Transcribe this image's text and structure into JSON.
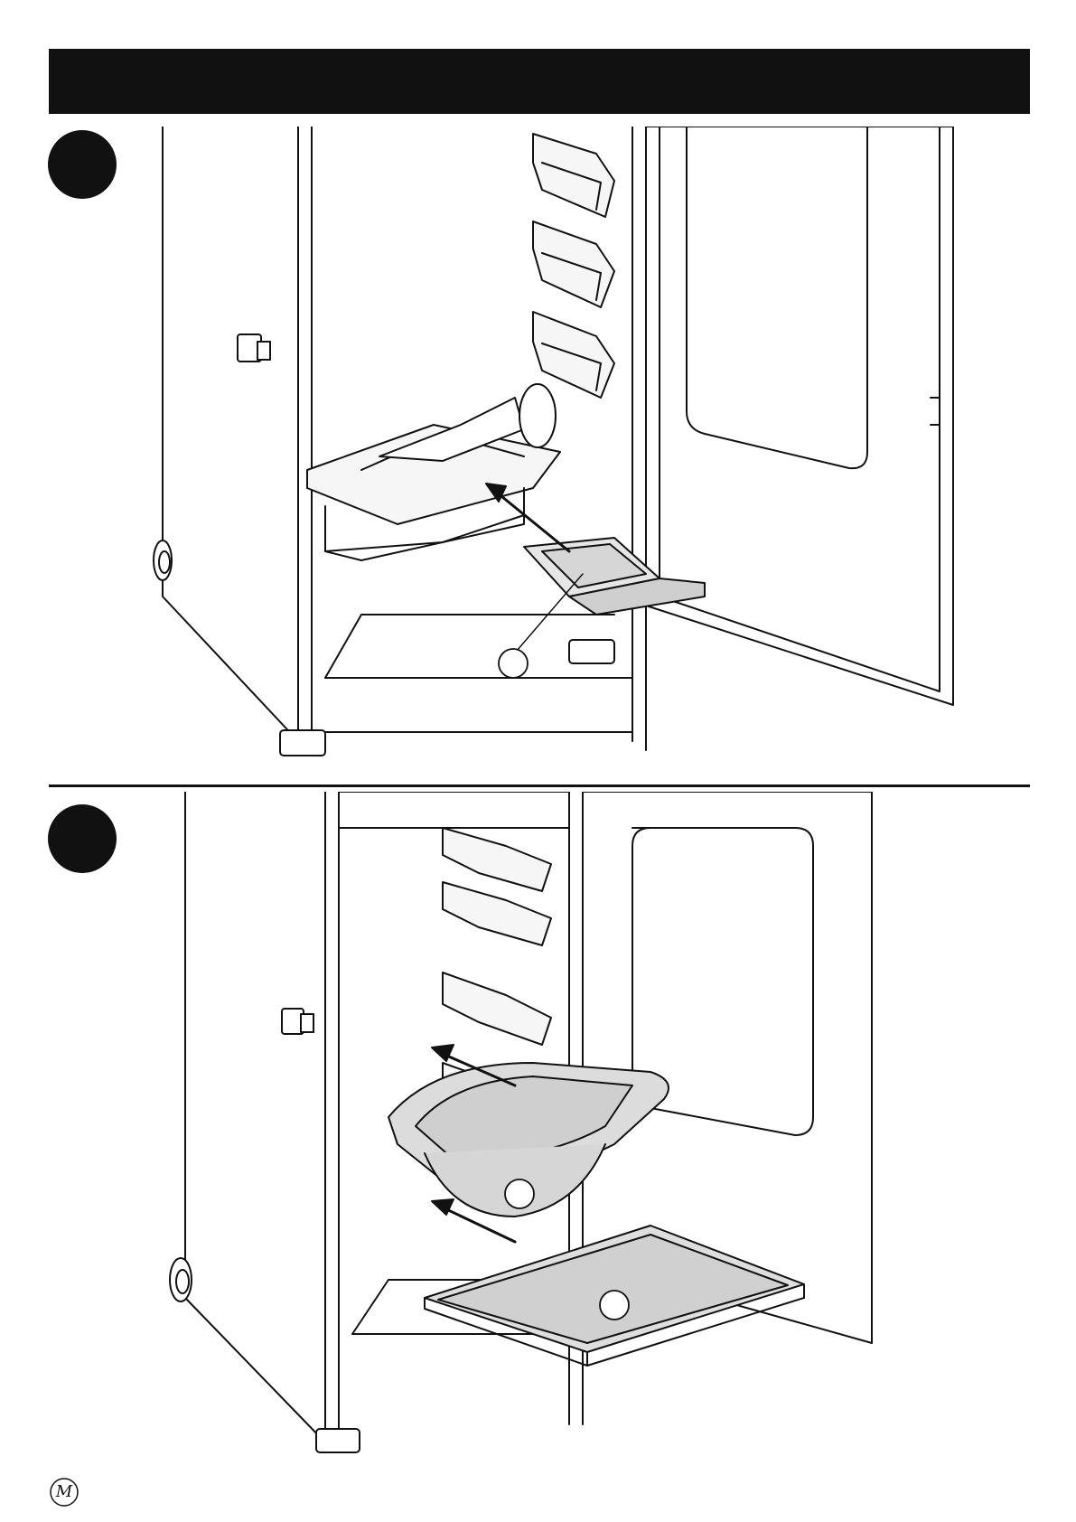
{
  "page": {
    "header_bar_color": "#111111",
    "steps": [
      {
        "callouts": [
          "",
          ""
        ],
        "description_icon": "drip-pan-insert-illustration"
      },
      {
        "callouts": [
          "",
          "",
          ""
        ],
        "description_icon": "water-bowl-and-tray-insert-illustration"
      }
    ],
    "logo": {
      "mark": "M",
      "icon": "brand-logo-icon"
    }
  }
}
